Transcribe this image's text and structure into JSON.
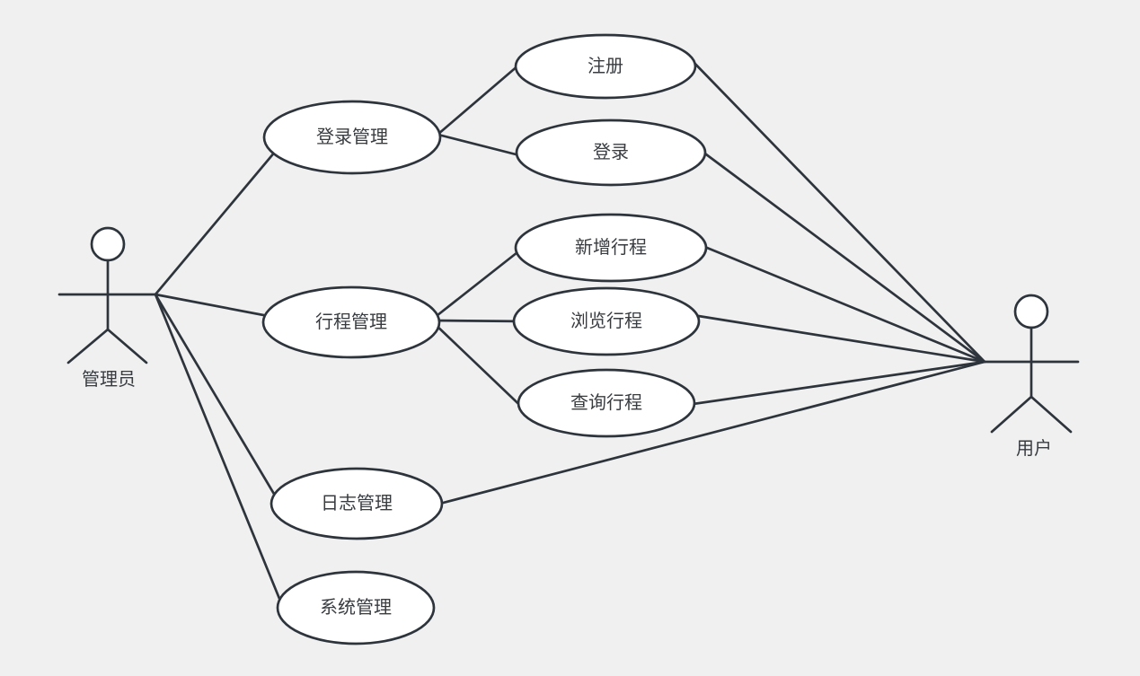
{
  "page": {
    "background_color": "#f0f0f0"
  },
  "diagram": {
    "type": "uml-use-case-diagram",
    "colors": {
      "canvas_background": "#f0f0f0",
      "shape_stroke": "#2e343c",
      "shape_fill": "#ffffff",
      "text": "#383c40"
    },
    "actors": [
      {
        "id": "admin",
        "label": "管理员"
      },
      {
        "id": "user",
        "label": "用户"
      }
    ],
    "use_cases": [
      {
        "id": "login-mgmt",
        "label": "登录管理"
      },
      {
        "id": "register",
        "label": "注册"
      },
      {
        "id": "login",
        "label": "登录"
      },
      {
        "id": "trip-mgmt",
        "label": "行程管理"
      },
      {
        "id": "add-trip",
        "label": "新增行程"
      },
      {
        "id": "browse-trip",
        "label": "浏览行程"
      },
      {
        "id": "query-trip",
        "label": "查询行程"
      },
      {
        "id": "log-mgmt",
        "label": "日志管理"
      },
      {
        "id": "system-mgmt",
        "label": "系统管理"
      }
    ],
    "connections": [
      {
        "from": "admin",
        "to": "login-mgmt"
      },
      {
        "from": "admin",
        "to": "trip-mgmt"
      },
      {
        "from": "admin",
        "to": "log-mgmt"
      },
      {
        "from": "admin",
        "to": "system-mgmt"
      },
      {
        "from": "login-mgmt",
        "to": "register"
      },
      {
        "from": "login-mgmt",
        "to": "login"
      },
      {
        "from": "trip-mgmt",
        "to": "add-trip"
      },
      {
        "from": "trip-mgmt",
        "to": "browse-trip"
      },
      {
        "from": "trip-mgmt",
        "to": "query-trip"
      },
      {
        "from": "register",
        "to": "user"
      },
      {
        "from": "login",
        "to": "user"
      },
      {
        "from": "add-trip",
        "to": "user"
      },
      {
        "from": "browse-trip",
        "to": "user"
      },
      {
        "from": "query-trip",
        "to": "user"
      },
      {
        "from": "log-mgmt",
        "to": "user"
      }
    ]
  }
}
